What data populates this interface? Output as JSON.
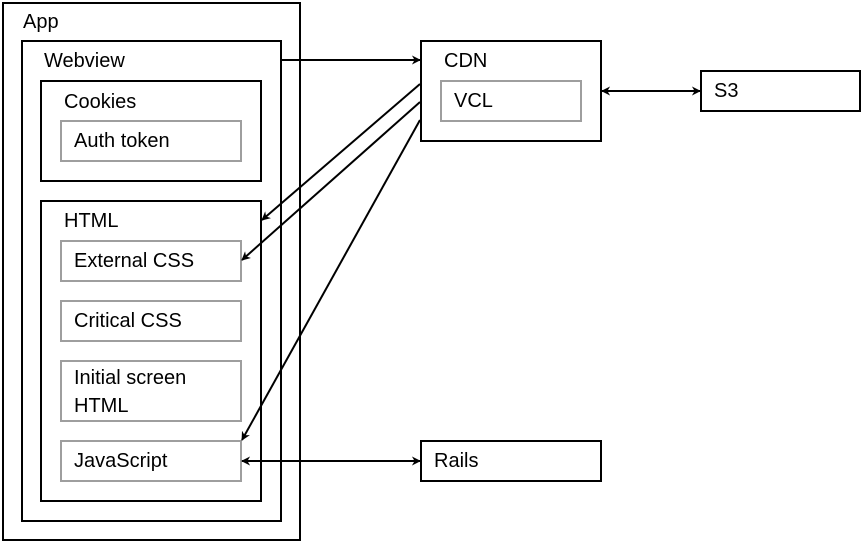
{
  "diagram": {
    "app": "App",
    "webview": "Webview",
    "cookies": "Cookies",
    "auth_token": "Auth token",
    "html": "HTML",
    "external_css": "External CSS",
    "critical_css": "Critical CSS",
    "initial_screen_html": "Initial screen HTML",
    "javascript": "JavaScript",
    "cdn": "CDN",
    "vcl": "VCL",
    "s3": "S3",
    "rails": "Rails"
  }
}
